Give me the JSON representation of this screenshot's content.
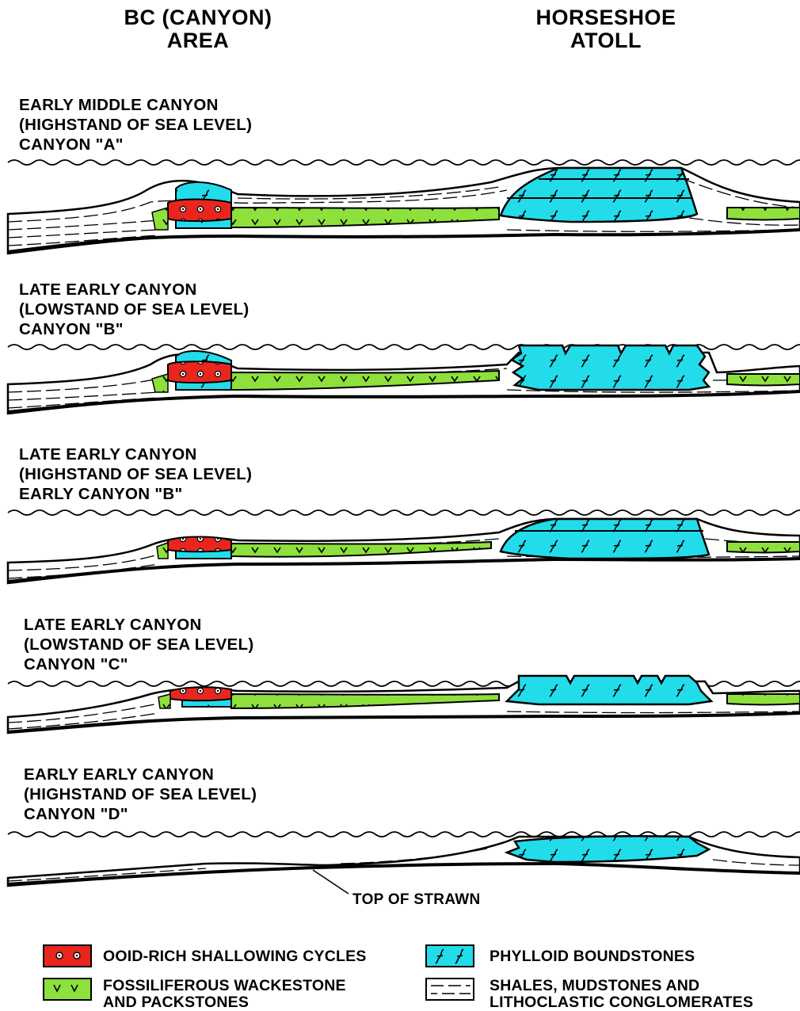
{
  "headers": {
    "left": [
      "BC (CANYON)",
      "AREA"
    ],
    "right": [
      "HORSESHOE",
      "ATOLL"
    ]
  },
  "panels": [
    {
      "lines": [
        "EARLY MIDDLE CANYON",
        "(HIGHSTAND OF SEA LEVEL)",
        "CANYON \"A\""
      ]
    },
    {
      "lines": [
        "LATE EARLY CANYON",
        "(LOWSTAND OF SEA LEVEL)",
        "CANYON \"B\""
      ]
    },
    {
      "lines": [
        "LATE EARLY CANYON",
        "(HIGHSTAND OF SEA LEVEL)",
        "EARLY CANYON \"B\""
      ]
    },
    {
      "lines": [
        "LATE EARLY CANYON",
        "(LOWSTAND OF SEA LEVEL)",
        "CANYON \"C\""
      ]
    },
    {
      "lines": [
        "EARLY EARLY CANYON",
        "(HIGHSTAND OF SEA LEVEL)",
        "CANYON \"D\""
      ]
    }
  ],
  "callout": "TOP OF STRAWN",
  "legend": {
    "ooid": {
      "label": [
        "OOID-RICH SHALLOWING CYCLES"
      ],
      "color": "#e8261e"
    },
    "wackestone": {
      "label": [
        "FOSSILIFEROUS WACKESTONE",
        "AND PACKSTONES"
      ],
      "color": "#8ee03c"
    },
    "phylloid": {
      "label": [
        "PHYLLOID BOUNDSTONES"
      ],
      "color": "#22dcea"
    },
    "shale": {
      "label": [
        "SHALES, MUDSTONES AND",
        "LITHOCLASTIC CONGLOMERATES"
      ],
      "color": "#ffffff"
    }
  },
  "colors": {
    "ooid": "#e8261e",
    "wackestone": "#8ee03c",
    "phylloid": "#22dcea",
    "shale": "#ffffff",
    "line": "#000000"
  }
}
